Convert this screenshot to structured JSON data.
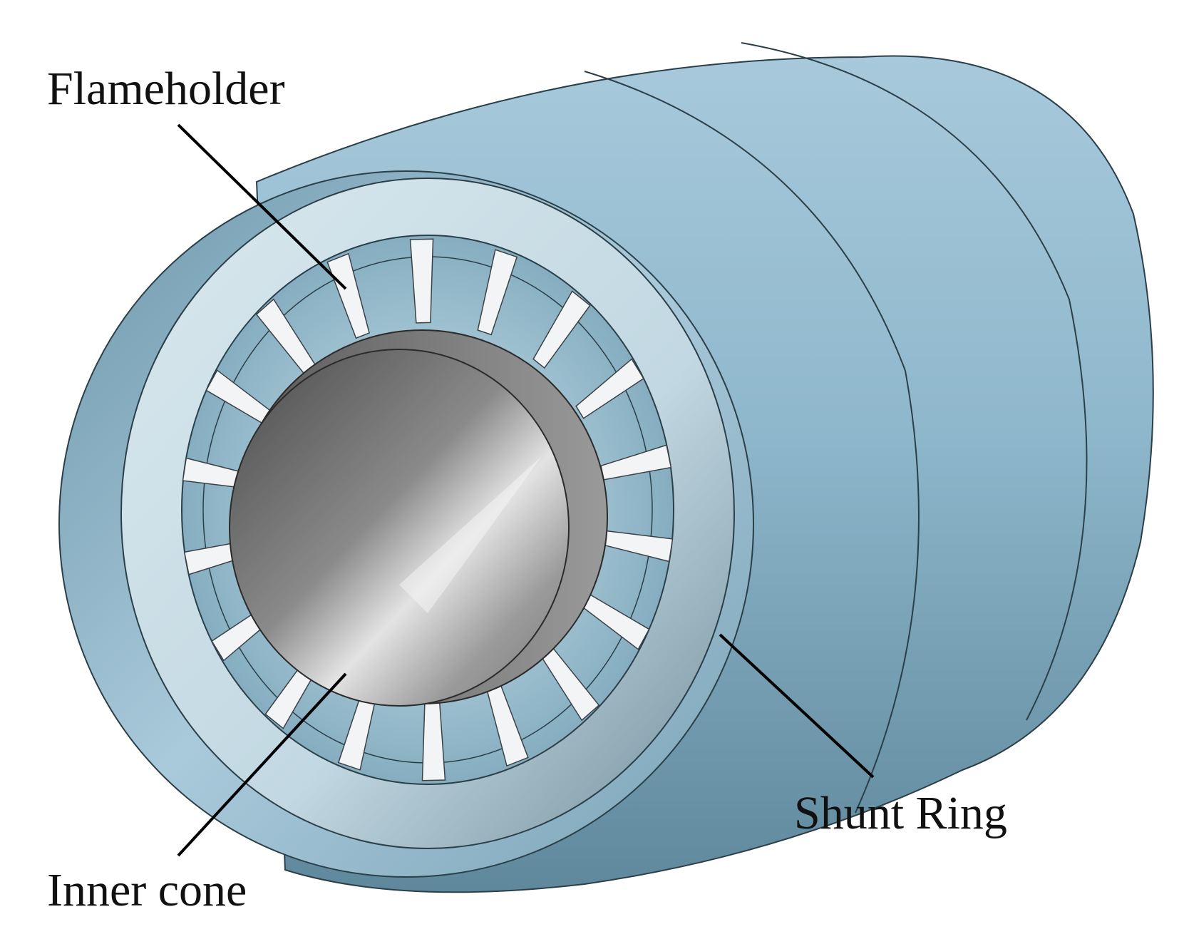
{
  "diagram": {
    "labels": {
      "flameholder": "Flameholder",
      "shunt_ring": "Shunt Ring",
      "inner_cone": "Inner cone"
    },
    "colors": {
      "casing": "#8fb7cc",
      "casing_light": "#b4d3e2",
      "casing_dark": "#4d7588",
      "ring_face": "#c9dde6",
      "inner_cone": "#8c8c8c",
      "struts": "#f2f4f5",
      "leader_lines": "#000000",
      "label_text": "#111111"
    },
    "icons": [
      "flameholder-strut",
      "inner-cone",
      "shunt-ring",
      "outer-casing"
    ]
  }
}
